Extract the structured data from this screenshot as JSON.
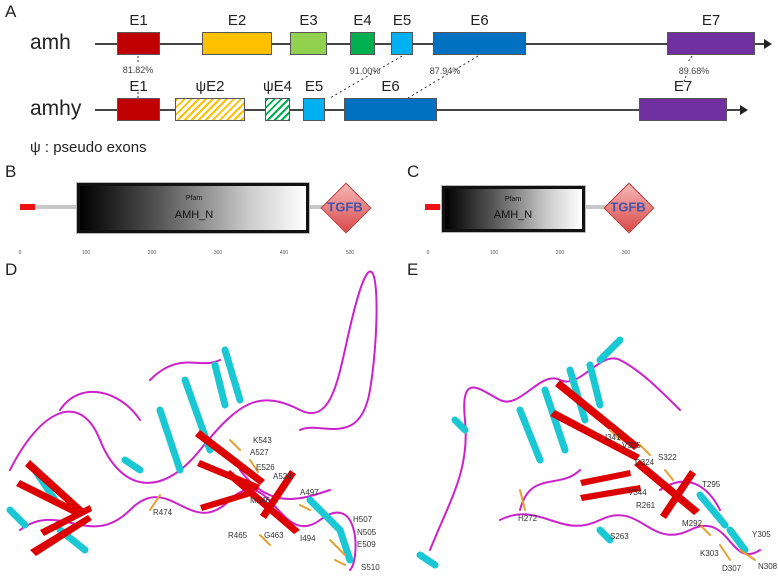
{
  "panels": {
    "a": "A",
    "b": "B",
    "c": "C",
    "d": "D",
    "e": "E"
  },
  "panel_a": {
    "amh": {
      "name": "amh",
      "exons": [
        {
          "label": "E1",
          "color": "#c00000"
        },
        {
          "label": "E2",
          "color": "#ffc000"
        },
        {
          "label": "E3",
          "color": "#92d050"
        },
        {
          "label": "E4",
          "color": "#00b050"
        },
        {
          "label": "E5",
          "color": "#00b0f0"
        },
        {
          "label": "E6",
          "color": "#0070c0"
        },
        {
          "label": "E7",
          "color": "#7030a0"
        }
      ]
    },
    "amhy": {
      "name": "amhy",
      "exons": [
        {
          "label": "E1",
          "color": "#c00000"
        },
        {
          "label": "ψE2",
          "color": "#ffc000",
          "pseudo": true
        },
        {
          "label": "ψE4",
          "color": "#00b050",
          "pseudo": true
        },
        {
          "label": "E5",
          "color": "#00b0f0"
        },
        {
          "label": "E6",
          "color": "#0070c0"
        },
        {
          "label": "E7",
          "color": "#7030a0"
        }
      ]
    },
    "identities": [
      "81.82%",
      "91.00%",
      "87.94%",
      "89.68%"
    ],
    "legend": "ψ : pseudo exons"
  },
  "panel_b": {
    "pfam": "Pfam",
    "domain": "AMH_N",
    "tgfb": "TGFB",
    "ticks": [
      "0",
      "100",
      "200",
      "300",
      "400",
      "500"
    ]
  },
  "panel_c": {
    "pfam": "Pfam",
    "domain": "AMH_N",
    "tgfb": "TGFB",
    "ticks": [
      "0",
      "100",
      "200",
      "300"
    ]
  },
  "panel_d": {
    "residues": [
      "K543",
      "A527",
      "E526",
      "A524",
      "R474",
      "M546",
      "A497",
      "R465",
      "G463",
      "I494",
      "H507",
      "N505",
      "E509",
      "S510"
    ]
  },
  "panel_e": {
    "residues": [
      "I341",
      "V325",
      "D324",
      "S322",
      "V344",
      "R261",
      "H272",
      "T295",
      "M292",
      "Y305",
      "S263",
      "K303",
      "D307",
      "N308"
    ]
  },
  "colors": {
    "helix": "#19c8d2",
    "sheet": "#dd0000",
    "loop": "#cc22cc",
    "sidechain": "#e8a030"
  }
}
